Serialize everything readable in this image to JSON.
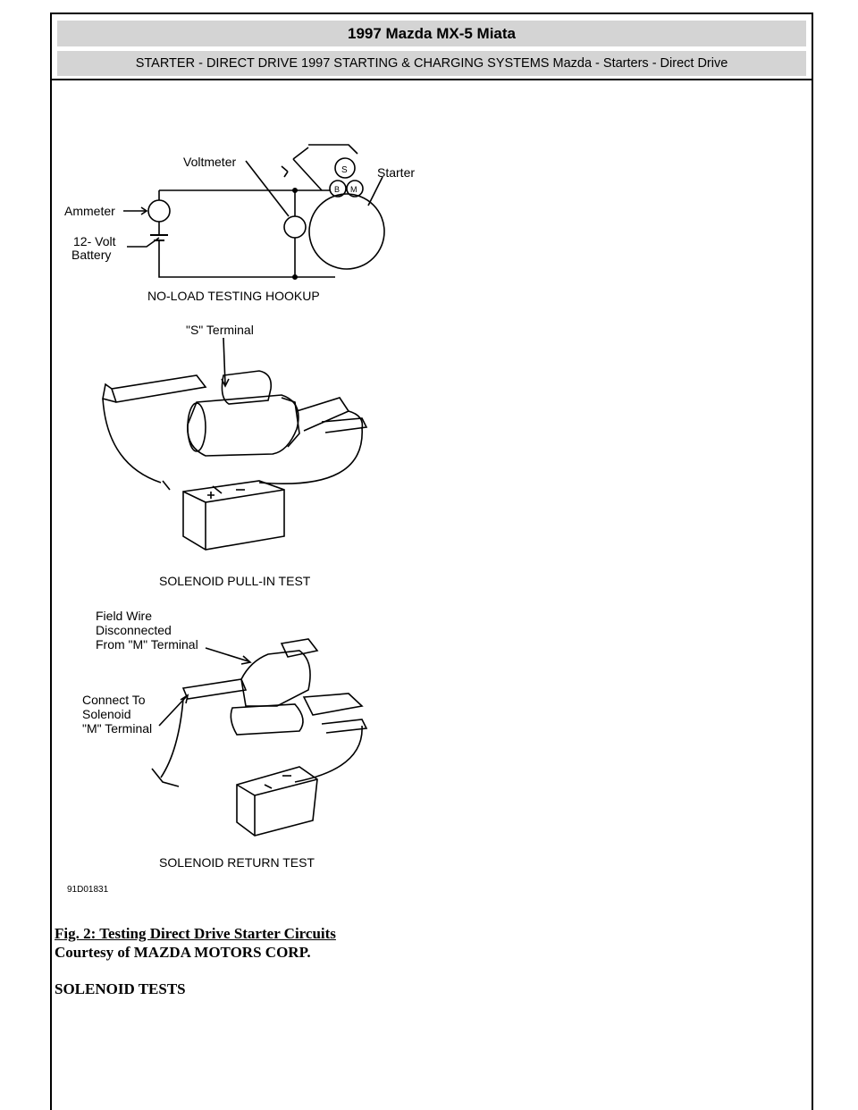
{
  "header": {
    "title": "1997 Mazda MX-5 Miata",
    "subtitle": "STARTER - DIRECT DRIVE 1997 STARTING & CHARGING SYSTEMS Mazda - Starters - Direct Drive"
  },
  "figure": {
    "panel1": {
      "voltmeter": "Voltmeter",
      "starter": "Starter",
      "ammeter": "Ammeter",
      "battery_line1": "12- Volt",
      "battery_line2": "Battery",
      "terminal_s": "S",
      "terminal_b": "B",
      "terminal_m": "M",
      "caption": "NO-LOAD TESTING HOOKUP"
    },
    "panel2": {
      "s_terminal": "\"S\" Terminal",
      "caption": "SOLENOID PULL-IN TEST"
    },
    "panel3": {
      "field_wire_1": "Field Wire",
      "field_wire_2": "Disconnected",
      "field_wire_3": "From \"M\" Terminal",
      "connect_1": "Connect To",
      "connect_2": "Solenoid",
      "connect_3": "\"M\" Terminal",
      "caption": "SOLENOID RETURN TEST"
    },
    "figure_id": "91D01831"
  },
  "caption": {
    "title": "Fig. 2: Testing Direct Drive Starter Circuits",
    "credit": "Courtesy of MAZDA MOTORS CORP."
  },
  "section": {
    "heading": "SOLENOID TESTS"
  }
}
